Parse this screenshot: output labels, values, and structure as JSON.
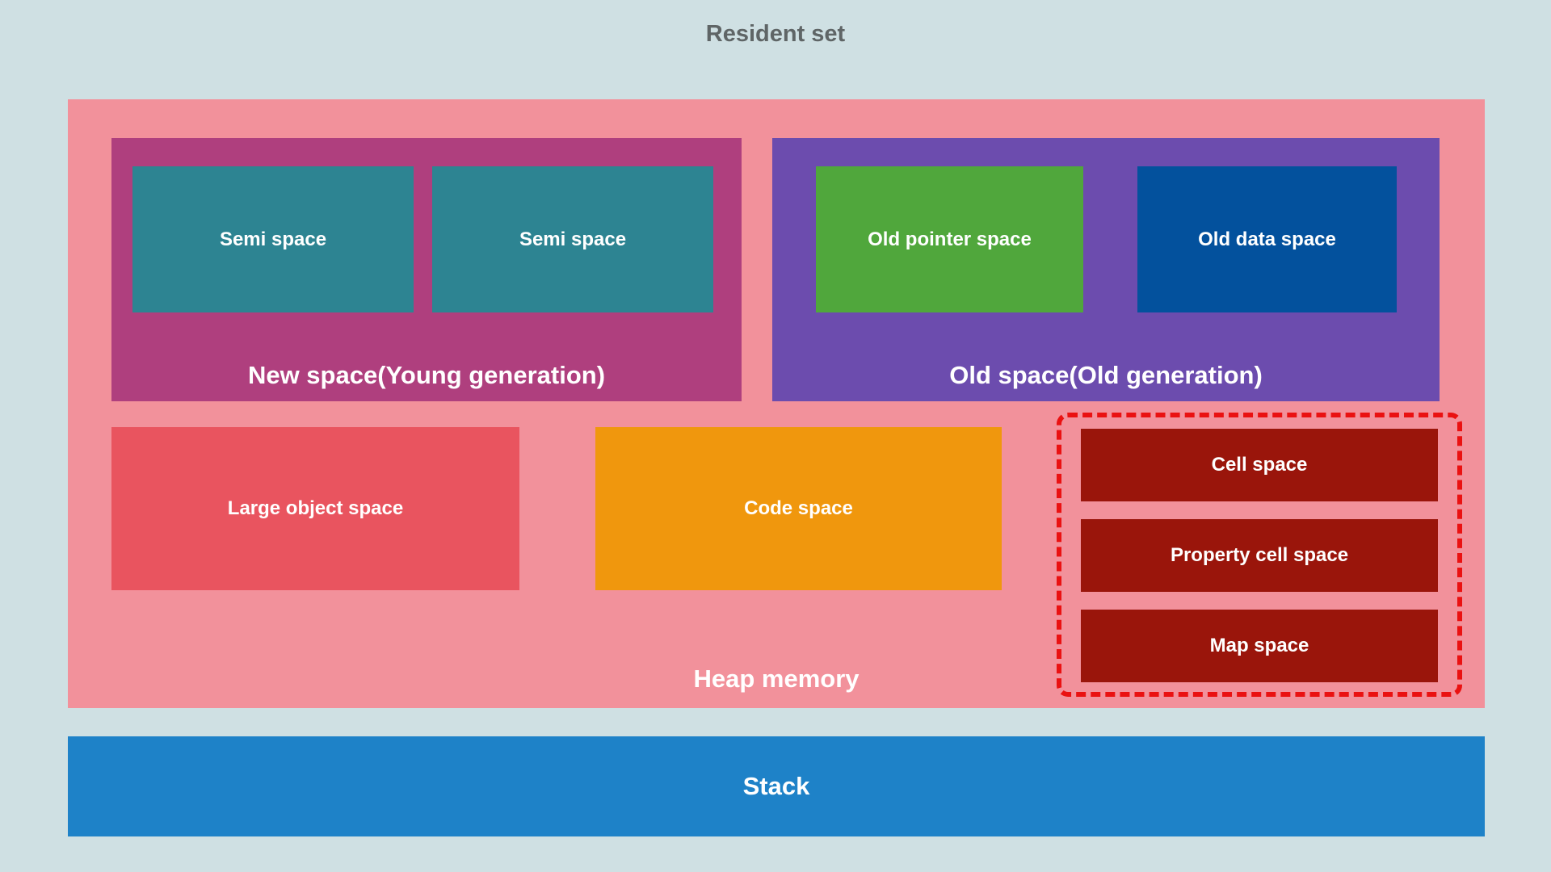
{
  "colors": {
    "page-bg": "#cfe0e3",
    "heap-bg": "#f2919b",
    "new-space-bg": "#af3f7e",
    "semi-space-bg": "#2d8492",
    "old-space-bg": "#6c4cae",
    "old-pointer-bg": "#50a73c",
    "old-data-bg": "#03519d",
    "large-object-bg": "#e9545f",
    "code-space-bg": "#f0970d",
    "cell-bg": "#9a150b",
    "dashed-border": "#ea1111",
    "stack-bg": "#1e82c8",
    "title-text": "#5f6566",
    "label-text": "#ffffff"
  },
  "diagram": {
    "title": "Resident set",
    "heap": {
      "label": "Heap memory",
      "new_space": {
        "label": "New space(Young generation)",
        "semi_spaces": [
          "Semi space",
          "Semi space"
        ]
      },
      "old_space": {
        "label": "Old space(Old generation)",
        "old_pointer_space": "Old pointer space",
        "old_data_space": "Old data space"
      },
      "large_object_space": "Large object space",
      "code_space": "Code space",
      "auxiliary_spaces": [
        "Cell space",
        "Property cell space",
        "Map space"
      ]
    },
    "stack": "Stack"
  }
}
